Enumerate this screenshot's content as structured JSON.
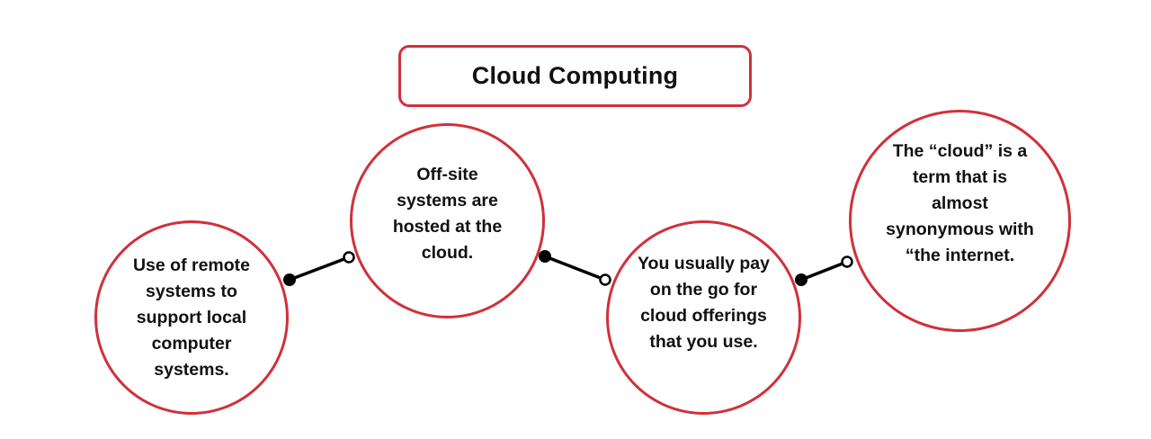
{
  "title": "Cloud Computing",
  "colors": {
    "accent_red": "#d0313a",
    "text": "#111111",
    "connector": "#000000",
    "background": "#ffffff"
  },
  "nodes": [
    {
      "id": "node-1",
      "text": "Use of remote\nsystems to\nsupport local\ncomputer\nsystems."
    },
    {
      "id": "node-2",
      "text": "Off-site\nsystems are\nhosted at the\ncloud."
    },
    {
      "id": "node-3",
      "text": "You usually pay\non the go for\ncloud offerings\nthat you use."
    },
    {
      "id": "node-4",
      "text": "The “cloud” is a\nterm that is\nalmost\nsynonymous with\n“the internet."
    }
  ],
  "connectors": [
    {
      "from": "node-1",
      "to": "node-2",
      "start_marker": "filled-dot",
      "end_marker": "hollow-dot"
    },
    {
      "from": "node-2",
      "to": "node-3",
      "start_marker": "filled-dot",
      "end_marker": "hollow-dot"
    },
    {
      "from": "node-3",
      "to": "node-4",
      "start_marker": "filled-dot",
      "end_marker": "hollow-dot"
    }
  ]
}
